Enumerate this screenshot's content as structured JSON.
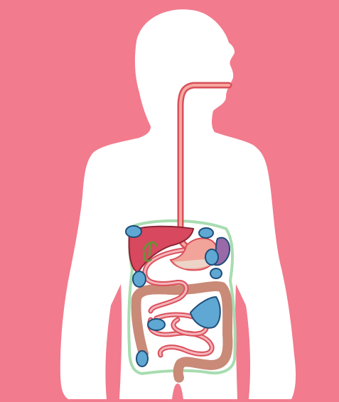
{
  "diagram": {
    "subject": "human-digestive-system",
    "colors": {
      "background": "#f27b8e",
      "body_silhouette": "#ffffff",
      "left_edge_strip": "#8fb3d9",
      "bottom_band": "#eeeeee",
      "esophagus_fill": "#f6a8a0",
      "esophagus_stroke": "#d9505a",
      "liver": "#d8485f",
      "liver_stroke": "#8a2433",
      "gallbladder": "#6b8f3a",
      "stomach": "#f2a39a",
      "spleen": "#9a6aa8",
      "pancreas": "#ecd4c8",
      "small_intestine_fill": "#f6b3bb",
      "small_intestine_stroke": "#d9505a",
      "large_intestine": "#c98a78",
      "large_intestine_stroke": "#8a4a3a",
      "lymph_nodes": "#5fa8d3",
      "lymph_stroke": "#1f4e79",
      "peritoneum_outline": "#a8dcb0"
    },
    "organs": [
      "esophagus",
      "liver",
      "gallbladder",
      "stomach",
      "spleen",
      "pancreas",
      "small-intestine",
      "large-intestine",
      "lymph-nodes",
      "peritoneum"
    ]
  }
}
